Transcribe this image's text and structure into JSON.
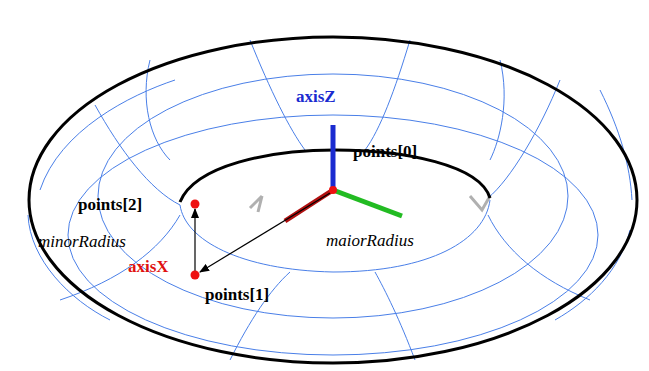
{
  "diagram": {
    "labels": [
      "axisZ",
      "points[0]",
      "points[2]",
      "minorRadius",
      "maiorRadius",
      "axisX",
      "points[1]"
    ]
  }
}
